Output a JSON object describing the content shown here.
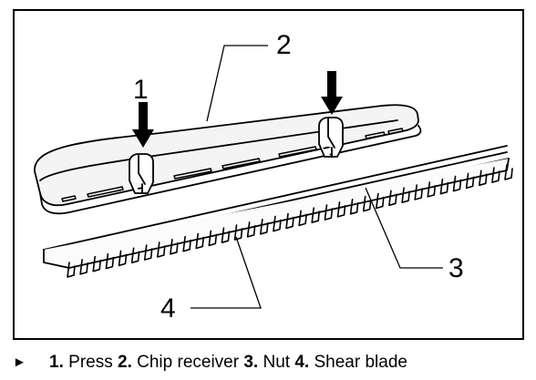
{
  "figure": {
    "callouts": [
      {
        "id": "1",
        "label": "1"
      },
      {
        "id": "2",
        "label": "2"
      },
      {
        "id": "3",
        "label": "3"
      },
      {
        "id": "4",
        "label": "4"
      }
    ]
  },
  "caption": {
    "bullet": "►",
    "items": [
      {
        "num": "1.",
        "text": "Press"
      },
      {
        "num": "2.",
        "text": "Chip receiver"
      },
      {
        "num": "3.",
        "text": "Nut"
      },
      {
        "num": "4.",
        "text": "Shear blade"
      }
    ]
  }
}
